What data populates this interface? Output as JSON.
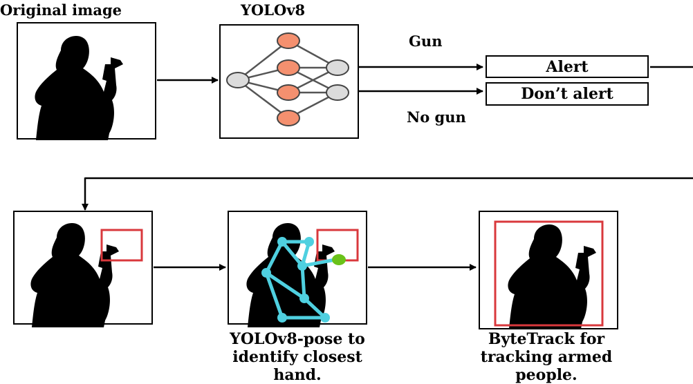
{
  "labels": {
    "original_image": "Original image",
    "yolo": "YOLOv8",
    "gun": "Gun",
    "no_gun": "No gun"
  },
  "boxes": {
    "alert": "Alert",
    "dont_alert": "Don’t alert"
  },
  "captions": {
    "pose": [
      "YOLOv8-pose to",
      "identify closest",
      "hand."
    ],
    "bytetrack": [
      "ByteTrack for",
      "tracking armed",
      "people."
    ]
  },
  "colors": {
    "silhouette": "#000000",
    "node_orange": "#f4906f",
    "node_gray": "#dcdcdc",
    "node_stroke": "#444444",
    "bbox_red": "#d9383c",
    "pose_cyan": "#4fd0e0",
    "hand_green": "#6ac219"
  },
  "icons": {
    "person": "armed-person-silhouette",
    "network": "neural-network-icon"
  }
}
